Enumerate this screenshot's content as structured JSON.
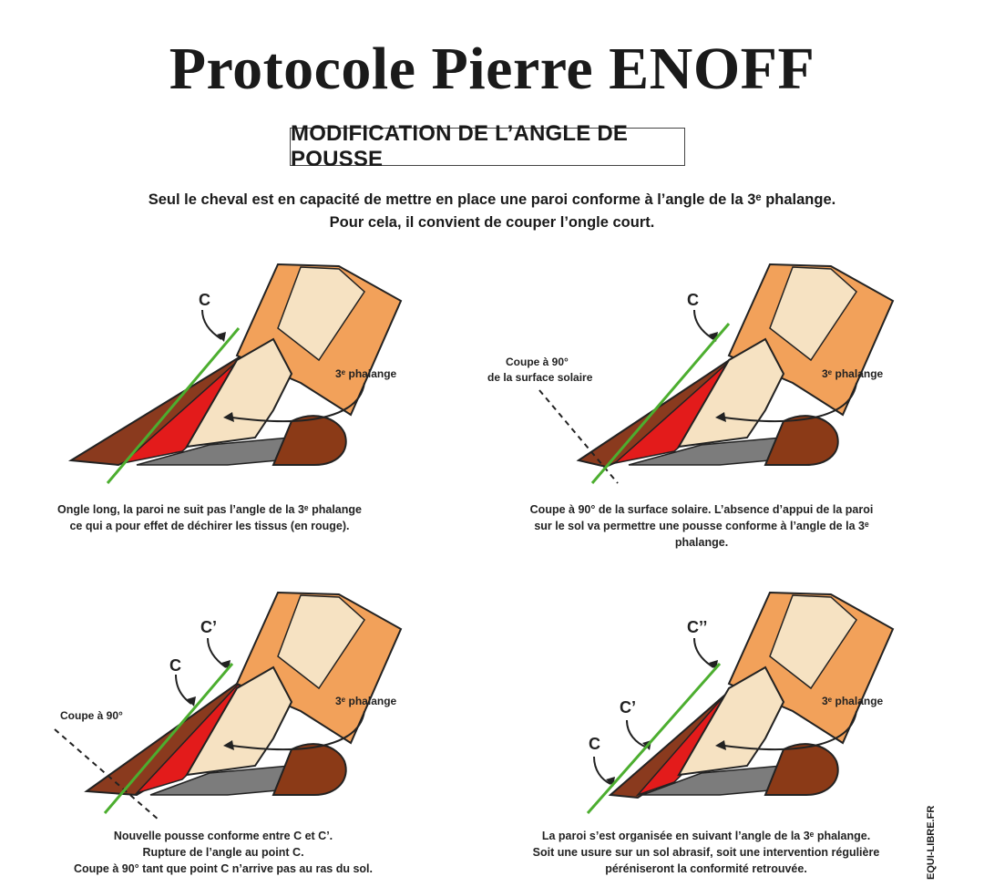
{
  "title": "Protocole Pierre ENOFF",
  "subtitle": "MODIFICATION DE L’ANGLE DE POUSSE",
  "intro": {
    "line1": "Seul le cheval est en capacité de mettre en place une paroi conforme à l’angle de la 3ᵉ phalange.",
    "line2": "Pour cela, il convient de couper l’ongle court."
  },
  "credit": "EQUI-LIBRE.FR",
  "colors": {
    "wall_brown": "#8a3a1e",
    "torn_red": "#e31b1b",
    "bone_light": "#f6e2c2",
    "bone_orange": "#f2a15a",
    "sole_grey": "#7c7c7c",
    "heel_brown": "#8b3a17",
    "green_line": "#4cae2f"
  },
  "panels": [
    {
      "labels": {
        "c": "C",
        "phalange": "3ᵉ phalange"
      },
      "caption": [
        "Ongle long, la paroi ne suit pas l’angle de la 3ᵉ phalange",
        "ce qui a pour effet de déchirer les tissus (en rouge)."
      ]
    },
    {
      "labels": {
        "c": "C",
        "phalange": "3ᵉ phalange",
        "cut1": "Coupe à 90°",
        "cut2": "de la surface solaire"
      },
      "caption": [
        "Coupe à 90° de la surface solaire. L’absence d’appui de la paroi",
        "sur le sol va permettre une pousse conforme à l’angle de la 3ᵉ phalange."
      ]
    },
    {
      "labels": {
        "c": "C",
        "c2": "C’",
        "phalange": "3ᵉ phalange",
        "cut1": "Coupe à 90°"
      },
      "caption": [
        "Nouvelle pousse conforme entre C et C’.",
        "Rupture de l’angle au point C.",
        "Coupe à 90° tant que point C n’arrive pas au ras du sol."
      ]
    },
    {
      "labels": {
        "c": "C",
        "c2": "C’",
        "c3": "C’’",
        "phalange": "3ᵉ phalange"
      },
      "caption": [
        "La paroi s’est organisée en suivant l’angle de la 3ᵉ phalange.",
        "Soit une usure sur un sol abrasif, soit une intervention régulière",
        "péréniseront la conformité retrouvée."
      ]
    }
  ]
}
